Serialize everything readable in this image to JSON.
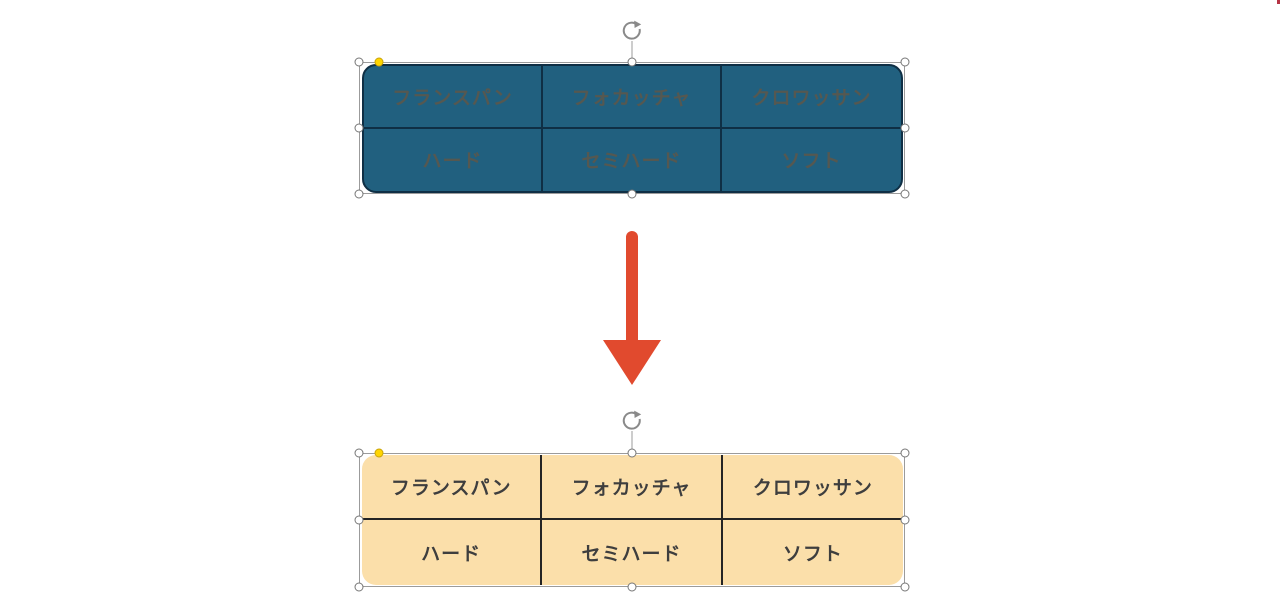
{
  "colors": {
    "canvas_bg": "#ffffff",
    "before_fill": "#21607f",
    "before_line": "#0f2f45",
    "before_text": "#555851",
    "after_fill": "#fbdfaa",
    "after_line": "#242424",
    "after_text": "#3e3e3e",
    "arrow": "#e14a2e",
    "sel_line": "#9b9b9b",
    "handle_fill": "#ffffff",
    "handle_border": "#767676",
    "adjust_fill": "#ffd500",
    "adjust_border": "#c9a40b",
    "rotate_icon": "#8a8a8a",
    "corner_fragment": "#b63445"
  },
  "before_table": {
    "rows": [
      [
        "フランスパン",
        "フォカッチャ",
        "クロワッサン"
      ],
      [
        "ハード",
        "セミハード",
        "ソフト"
      ]
    ]
  },
  "after_table": {
    "rows": [
      [
        "フランスパン",
        "フォカッチャ",
        "クロワッサン"
      ],
      [
        "ハード",
        "セミハード",
        "ソフト"
      ]
    ]
  },
  "arrow": {
    "direction": "down"
  }
}
